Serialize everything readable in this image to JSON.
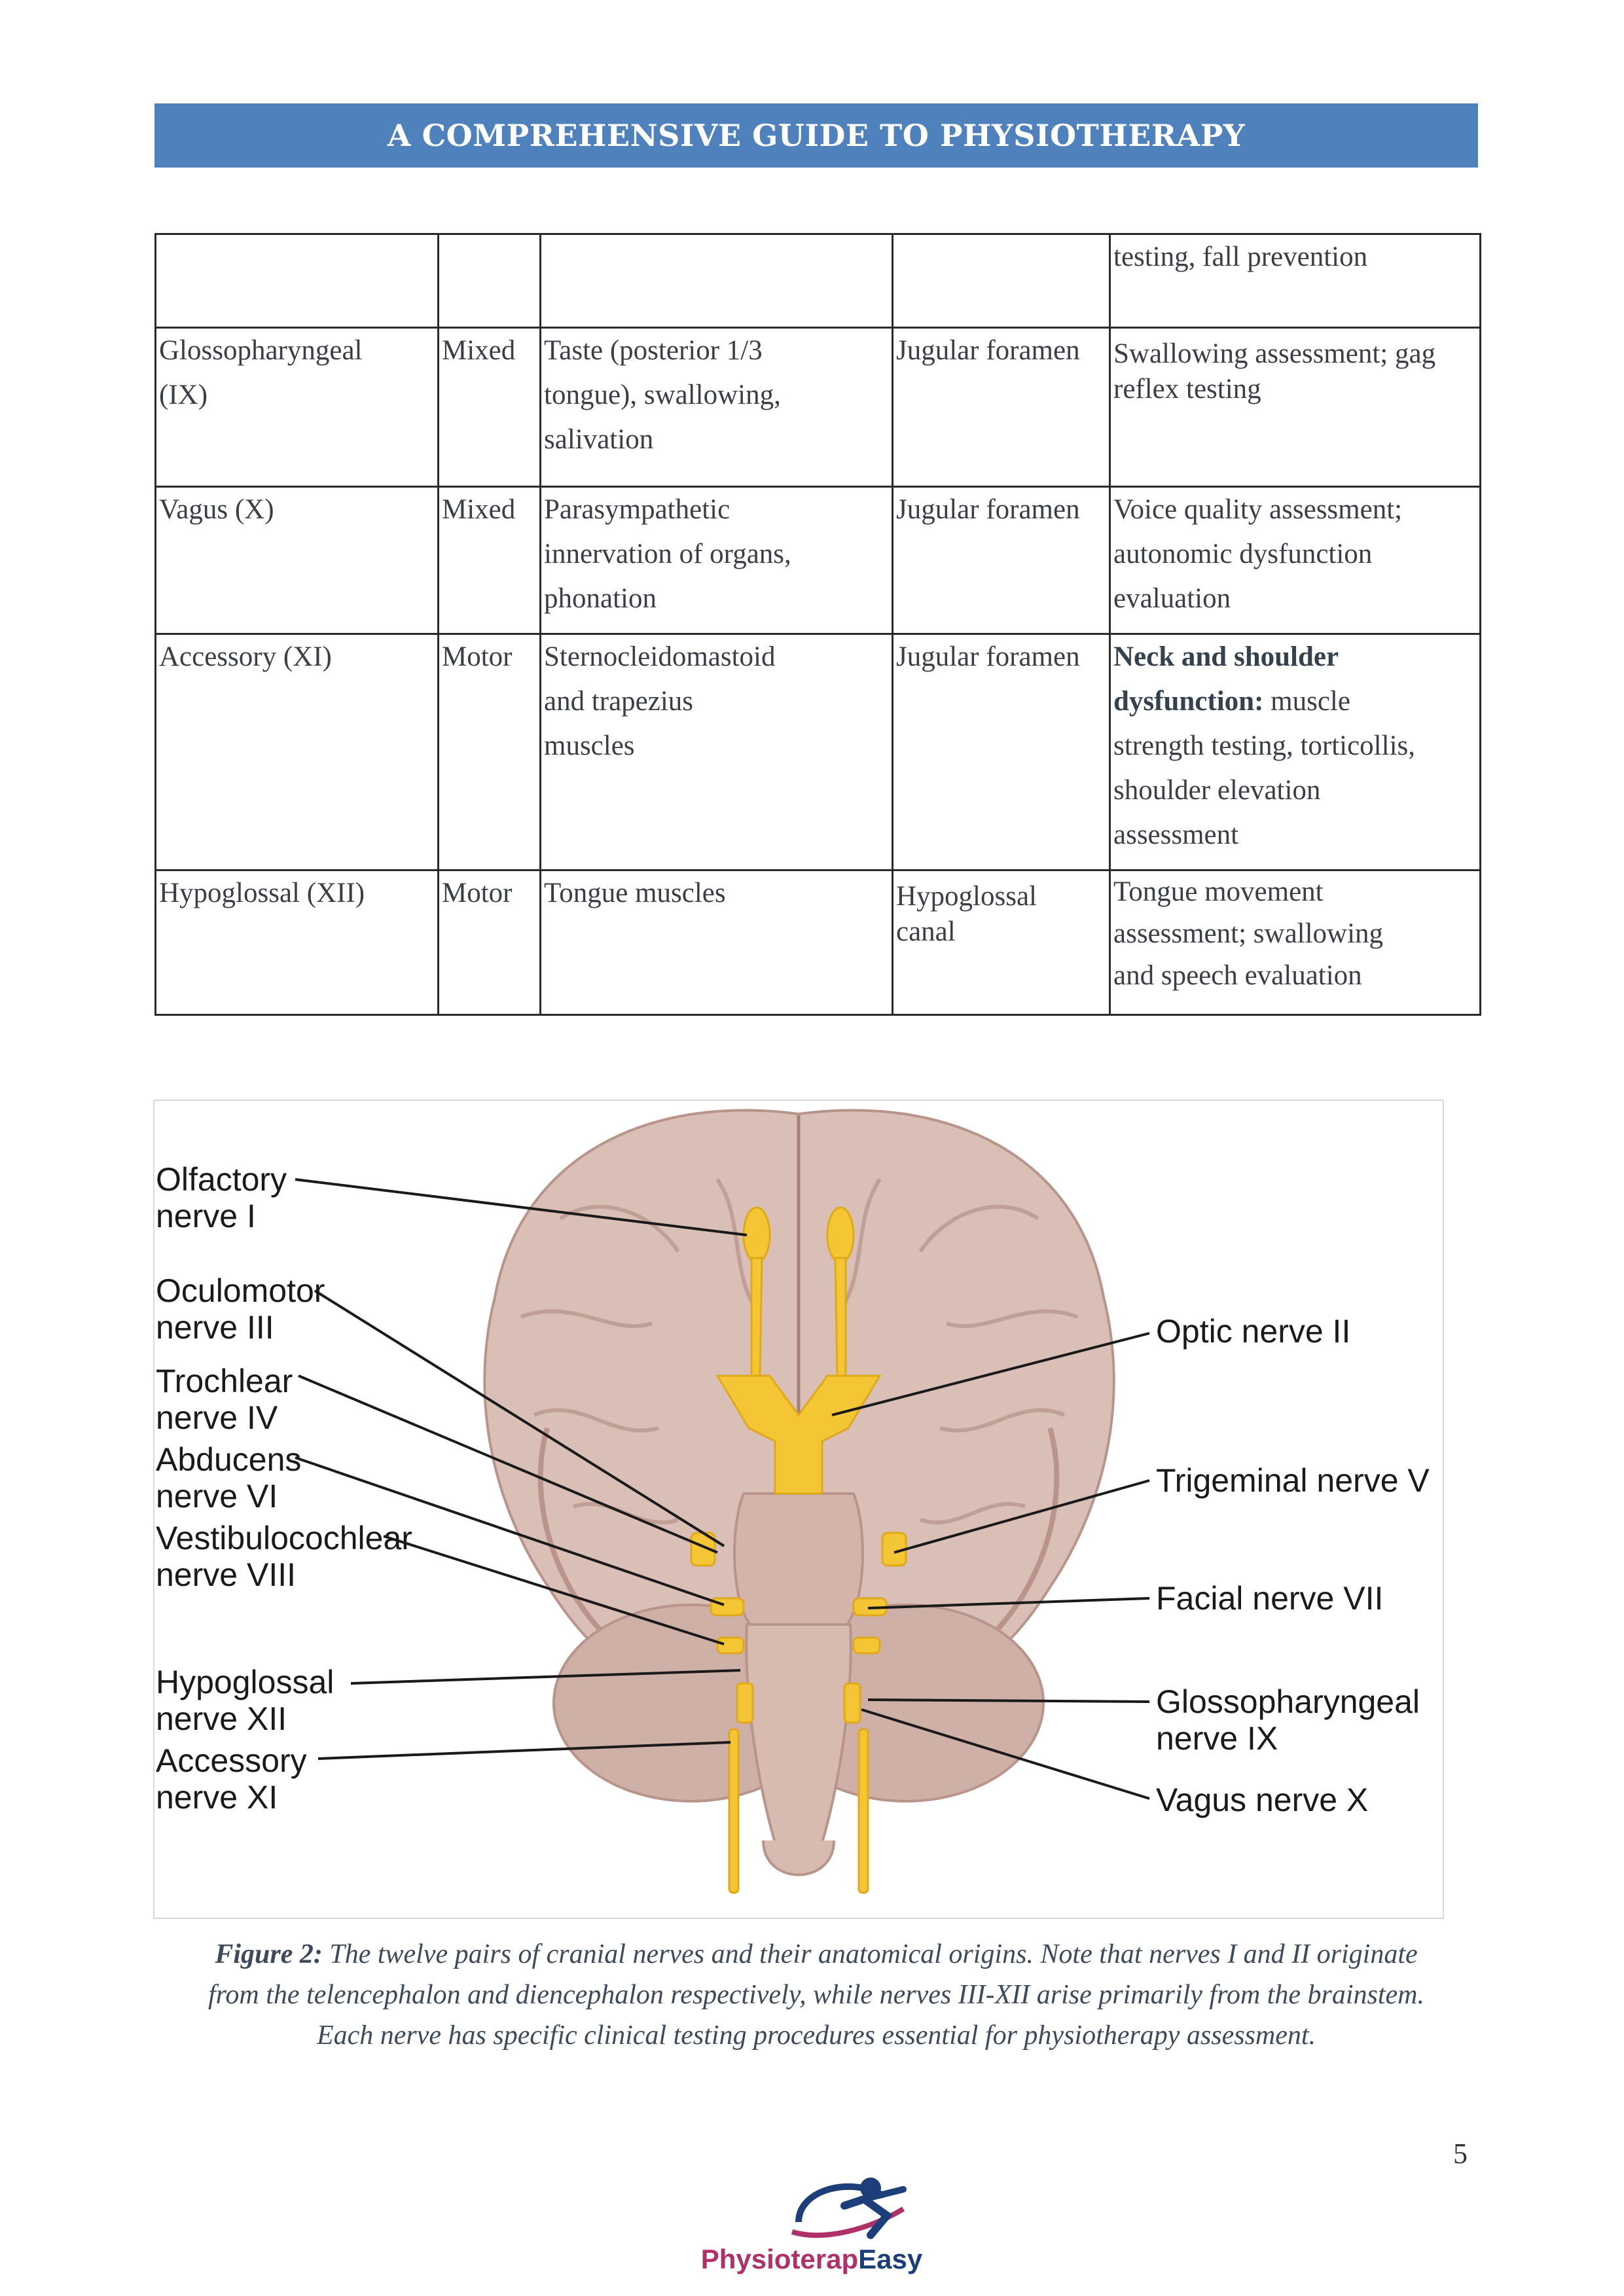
{
  "header": {
    "title": "A COMPREHENSIVE GUIDE TO PHYSIOTHERAPY"
  },
  "table": {
    "continued_row": {
      "c5": "testing, fall prevention"
    },
    "rows": [
      {
        "nerve": [
          "Glossopharyngeal",
          "(IX)"
        ],
        "type": "Mixed",
        "function": [
          "Taste (posterior 1/3",
          "tongue),  swallowing,",
          "salivation"
        ],
        "exit": [
          "Jugular foramen"
        ],
        "assessment": [
          "Swallowing assessment; gag",
          "reflex testing"
        ]
      },
      {
        "nerve": [
          "Vagus (X)"
        ],
        "type": "Mixed",
        "function": [
          "Parasympathetic",
          "innervation of  organs,",
          "phonation"
        ],
        "exit": [
          "Jugular foramen"
        ],
        "assessment": [
          "Voice quality assessment;",
          "autonomic dysfunction",
          "evaluation"
        ]
      },
      {
        "nerve": [
          "Accessory (XI)"
        ],
        "type": "Motor",
        "function": [
          "Sternocleidomastoid",
          "and  trapezius",
          "muscles"
        ],
        "exit": [
          "Jugular foramen"
        ],
        "assessment_bold": [
          "Neck and shoulder",
          "dysfunction:"
        ],
        "assessment": [
          " muscle",
          "strength  testing, torticollis,",
          "shoulder elevation",
          "assessment"
        ]
      },
      {
        "nerve": [
          "Hypoglossal (XII)"
        ],
        "type": "Motor",
        "function": [
          "Tongue muscles"
        ],
        "exit": [
          "Hypoglossal",
          "canal"
        ],
        "assessment": [
          "Tongue movement",
          "assessment; swallowing",
          "and speech  evaluation"
        ]
      }
    ]
  },
  "figure": {
    "labels_left": [
      [
        "Olfactory",
        "nerve I"
      ],
      [
        "Oculomotor",
        "nerve III"
      ],
      [
        "Trochlear",
        "nerve IV"
      ],
      [
        "Abducens",
        "nerve VI"
      ],
      [
        "Vestibulocochlear",
        "nerve VIII"
      ],
      [
        "Hypoglossal",
        "nerve XII"
      ],
      [
        "Accessory",
        "nerve XI"
      ]
    ],
    "labels_right": [
      [
        "Optic nerve II"
      ],
      [
        "Trigeminal nerve V"
      ],
      [
        "Facial nerve VII"
      ],
      [
        "Glossopharyngeal",
        "nerve IX"
      ],
      [
        "Vagus nerve X"
      ]
    ],
    "colors": {
      "brain": "#d9bfb6",
      "brain_shadow": "#b9948a",
      "nerve": "#f4c534",
      "line": "#1a1a1a"
    }
  },
  "caption": {
    "label": "Figure 2:",
    "lines": [
      " The twelve pairs of cranial nerves and their anatomical origins. Note that nerves I and II originate",
      "from the telencephalon and diencephalon respectively, while nerves III-XII arise primarily from the brainstem.",
      "Each nerve has specific clinical testing procedures essential for physiotherapy assessment."
    ]
  },
  "page_number": "5",
  "logo": {
    "part1": "Physioterap",
    "part2": "Easy"
  }
}
